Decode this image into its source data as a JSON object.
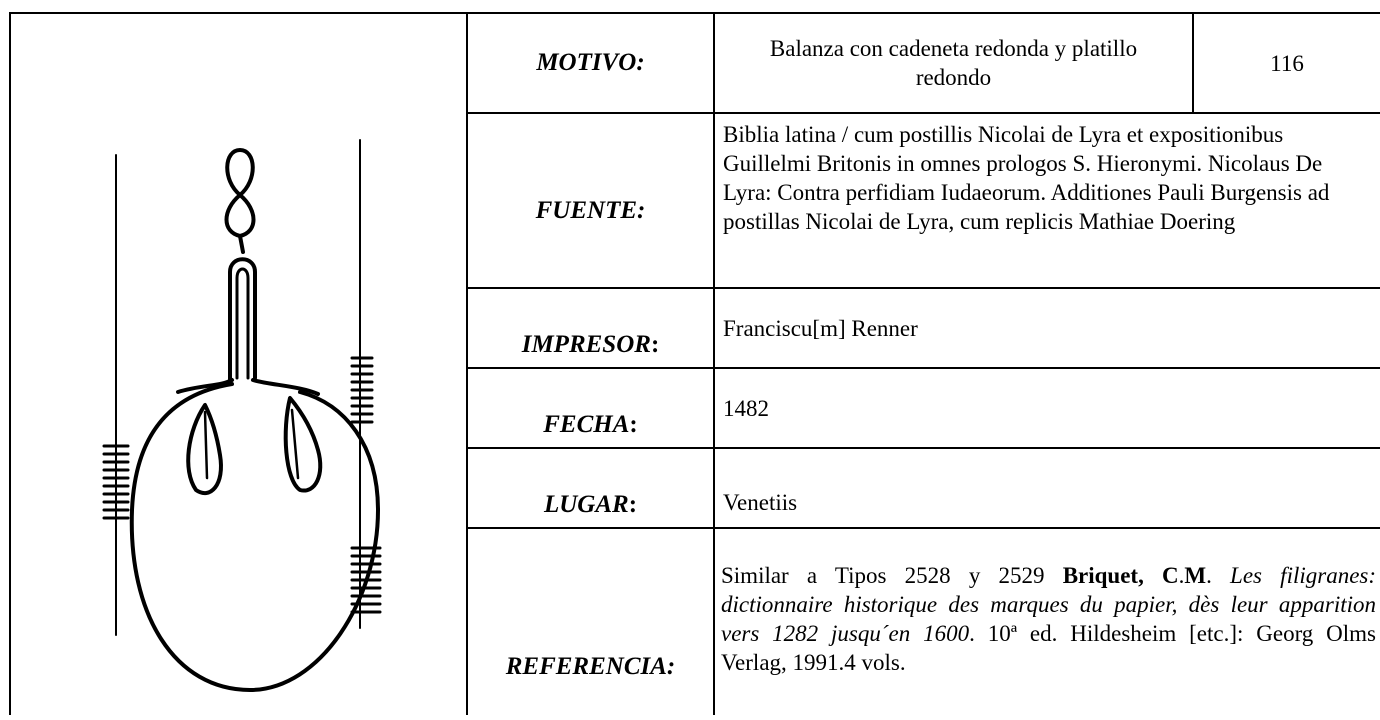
{
  "watermark": {
    "motif": "scale-watermark-drawing"
  },
  "record": {
    "motivo": {
      "label": "MOTIVO:",
      "value": "Balanza con cadeneta redonda  y platillo redondo",
      "number": "116"
    },
    "fuente": {
      "label": "FUENTE:",
      "value": "Biblia latina / cum postillis Nicolai de Lyra et expositionibus Guillelmi Britonis in omnes prologos S. Hieronymi. Nicolaus De Lyra: Contra perfidiam Iudaeorum. Additiones Pauli Burgensis ad postillas Nicolai de Lyra, cum replicis Mathiae Doering"
    },
    "impresor": {
      "label": "IMPRESOR",
      "colon": ":",
      "value": "Franciscu[m] Renner"
    },
    "fecha": {
      "label": "FECHA",
      "colon": ":",
      "value": "1482"
    },
    "lugar": {
      "label": "LUGAR",
      "colon": ":",
      "value": "Venetiis"
    },
    "referencia": {
      "label": "REFERENCIA:",
      "prefix": "Similar a Tipos 2528 y 2529 ",
      "author": "Briquet, C",
      "author_mid": ".",
      "author_end": "M",
      "author_period": ". ",
      "title": "Les filigranes: dictionnaire historique des marques du papier, dès leur apparition vers 1282 jusqu´en 1600",
      "suffix": ". 10ª ed. Hildesheim [etc.]: Georg Olms Verlag, 1991.4 vols."
    }
  }
}
